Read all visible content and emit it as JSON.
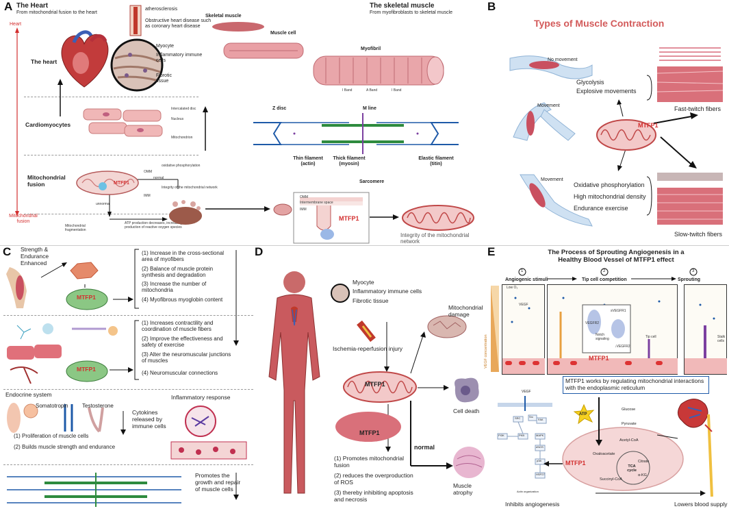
{
  "colors": {
    "accent": "#d32f2f",
    "muscle": "#d9707a",
    "mito": "#e8a4a8",
    "blue": "#1e5aa8",
    "green": "#2e8b3e",
    "purple": "#7b3fa0",
    "dash": "#999999"
  },
  "panelA": {
    "letter": "A",
    "heart_title": "The Heart",
    "heart_subtitle": "From mitochondrial fusion to the heart",
    "axis_top": "Heart",
    "axis_bottom": "Mitochondrial fusion",
    "row_heart": "The heart",
    "row_cardio": "Cardiomyocytes",
    "row_fusion": "Mitochondrial fusion",
    "atherosclerosis": "atherosclerosis",
    "obstructive": "Obstructive heart disease such as coronary heart disease",
    "myocyte": "Myocyte",
    "inflammatory": "Inflammatory immune cells",
    "fibrotic": "Fibrotic tissue",
    "intercalated": "Intercalated disc",
    "nucleus": "Nucleus",
    "mitochondrion": "Mitochondrion",
    "omm": "OMM",
    "imm": "IMM",
    "mtfp1": "MTFP1",
    "normal": "normal",
    "abnormal": "unnormal",
    "oxphos": "oxidative phosphorylation",
    "integrity": "Integrity of the mitochondrial network",
    "fragmentation": "Mitochondrial fragmentation",
    "atp_decrease": "ATP production decreases, increasing the production of reactive oxygen species",
    "skeletal_title": "The skeletal muscle",
    "skeletal_subtitle": "From myofibroblasts to skeletal muscle",
    "skeletal_muscle": "Skeletal muscle",
    "muscle_cell": "Muscle cell",
    "myofibril": "Myofibril",
    "iband1": "I Band",
    "aband": "A Band",
    "iband2": "I Band",
    "zdisc": "Z disc",
    "mline": "M line",
    "thin": "Thin filament (actin)",
    "thick": "Thick filament (myosin)",
    "elastic": "Elastic filament (titin)",
    "sarcomere": "Sarcomere",
    "omm2": "OMM",
    "imm2": "IMM",
    "intermembrane": "Intermembrane space",
    "mtfp1_b": "MTFP1",
    "integrity2": "Integrity of the mitochondrial network"
  },
  "panelB": {
    "letter": "B",
    "title": "Types of Muscle Contraction",
    "no_movement": "No movement",
    "movement1": "Movement",
    "movement2": "Movement",
    "glycolysis": "Glycolysis",
    "explosive": "Explosive movements",
    "fast": "Fast-twitch fibers",
    "mtfp1": "MTFP1",
    "oxphos": "Oxidative phosphorylation",
    "high_density": "High mitochondrial density",
    "endurance": "Endurance exercise",
    "slow": "Slow-twitch fibers"
  },
  "panelC": {
    "letter": "C",
    "strength": "Strength & Endurance Enhanced",
    "items1": [
      "(1)  Increase in the cross-sectional area of myofibers",
      "(2)  Balance of muscle protein synthesis and degradation",
      "(3)  Increase the number of mitochondria",
      "(4)  Myofibrous myoglobin content"
    ],
    "items2": [
      "(1)  Increases contractility and coordination of muscle fibers",
      "(2)  Improve the effectiveness and safety of exercise",
      "(3)  Alter the neuromuscular junctions of muscles",
      "(4)  Neuromuscular connections"
    ],
    "mtfp1_a": "MTFP1",
    "mtfp1_b": "MTFP1",
    "endocrine": "Endocrine system",
    "somatotropin": "Somatotropin",
    "testosterone": "Testosterone",
    "items3": [
      "(1)  Proliferation of muscle cells",
      "(2)  Builds muscle strength and endurance"
    ],
    "cytokines": "Cytokines released by immune cells",
    "inflammatory": "Inflammatory response",
    "promotes": "Promotes the growth and repair of muscle cells"
  },
  "panelD": {
    "letter": "D",
    "myocyte": "Myocyte",
    "inflammatory": "Inflammatory immune cells",
    "fibrotic": "Fibrotic tissue",
    "ischemia": "Ischemia-reperfusion injury",
    "mito_damage": "Mitochondrial damage",
    "mtfp1_a": "MTFP1",
    "mtfp1_b": "MTFP1",
    "cell_death": "Cell death",
    "normal": "normal",
    "muscle_atrophy": "Muscle atrophy",
    "items": [
      "(1)  Promotes mitochondrial fusion",
      "(2)  reduces the overproduction of ROS",
      "(3)  thereby inhibiting apoptosis and necrosis"
    ]
  },
  "panelE": {
    "letter": "E",
    "title": "The Process of Sprouting Angiogenesis in a Healthy Blood Vessel of MTFP1 effect",
    "step1": "Angiogenic stimuli",
    "step2": "Tip cell competition",
    "step3": "Sprouting",
    "n1": "1",
    "n2": "2",
    "n3": "3",
    "low_o2": "Low O₂",
    "vegf": "VEGF",
    "vegf_conc": "VEGF concentration",
    "vegfr2": "VEGFR2",
    "svegfr1": "sVEGFR1",
    "notch": "Notch signaling",
    "vegfr2b": "↓VEGFR2",
    "tip_cell": "Tip cell",
    "stalk": "Stalk cells",
    "mtfp1": "MTFP1",
    "callout": "MTFP1 works by regulating mitochondrial interactions with the endoplasmic reticulum",
    "atp": "ATP",
    "glucose": "Glucose",
    "pyruvate": "Pyruvate",
    "acetyl": "Acetyl-CoA",
    "oxaloacetate": "Oxaloacetate",
    "citrate": "Citrate",
    "tca": "TCA cycle",
    "akg": "α-KG",
    "succinyl": "Succinyl-CoA",
    "mtfp1_b": "MTFP1",
    "vegf2": "VEGF",
    "nodes": [
      "SRC",
      "FAK",
      "Src",
      "PI3K",
      "PKB",
      "MAPK",
      "eNOS",
      "p38",
      "HSP27"
    ],
    "actin": "Actin organization",
    "inhibits": "Inhibits angiogenesis",
    "lowers": "Lowers blood supply"
  }
}
